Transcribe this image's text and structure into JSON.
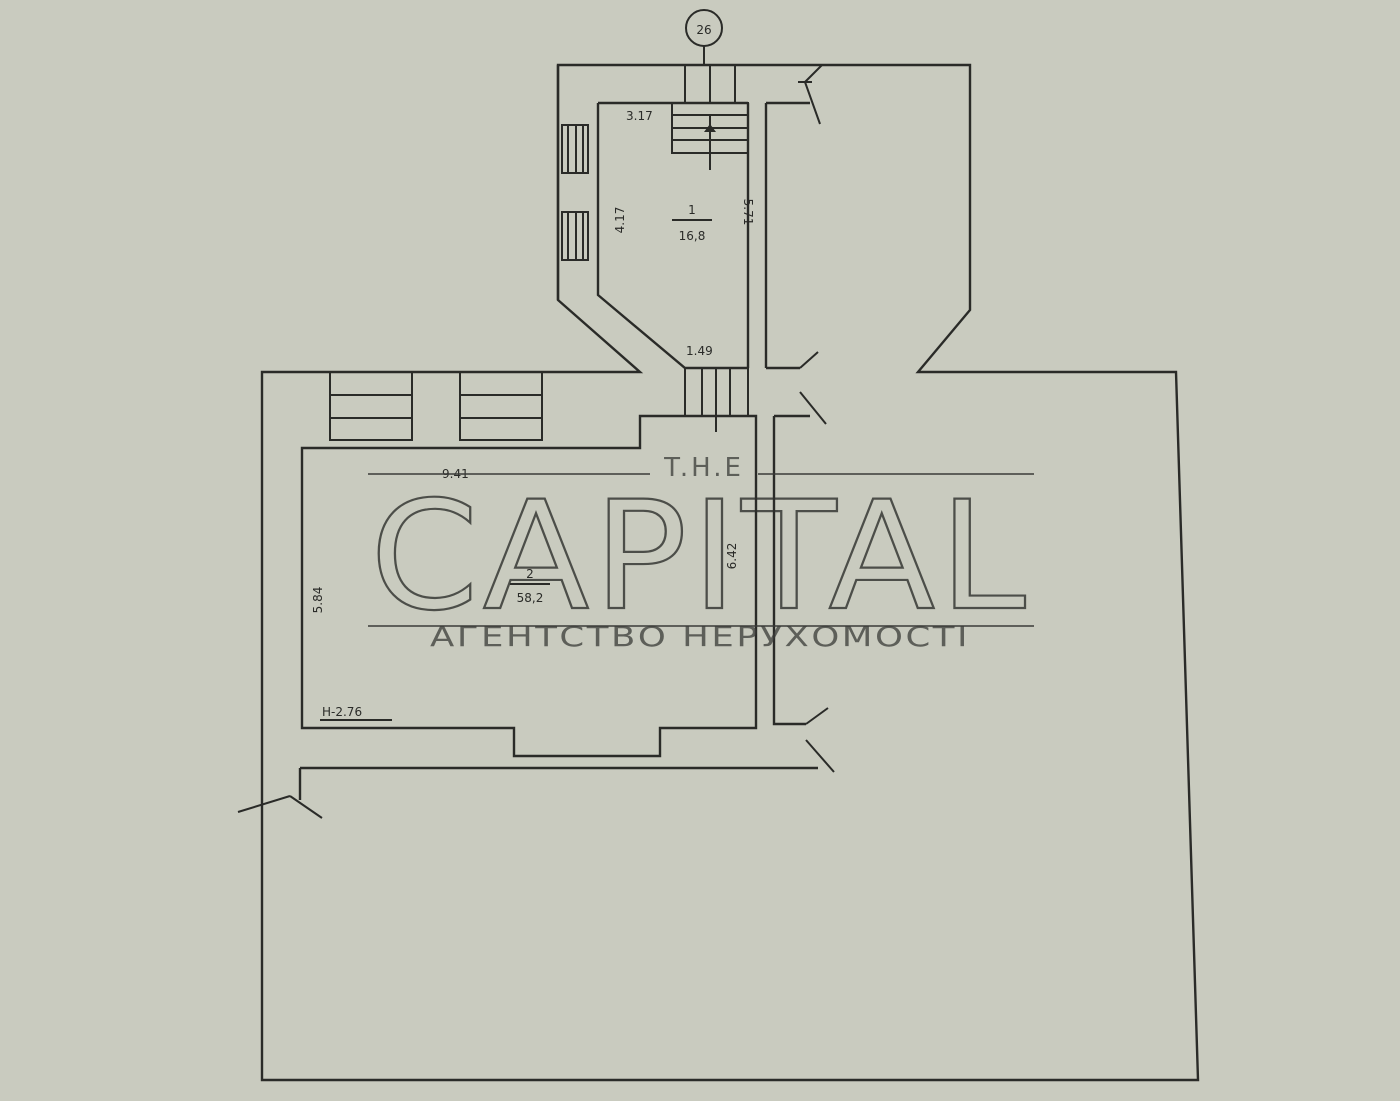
{
  "plan": {
    "building_number": "26",
    "height_label": "H-2.76",
    "rooms": [
      {
        "number": "1",
        "area": "16,8"
      },
      {
        "number": "2",
        "area": "58,2"
      }
    ],
    "dimensions": {
      "d317": "3.17",
      "d417": "4.17",
      "d571": "5.71",
      "d149": "1.49",
      "d941": "9.41",
      "d642": "6.42",
      "d584": "5.84"
    }
  },
  "watermark": {
    "prefix": "T.H.E",
    "brand": "CAPITAL",
    "tagline": "АГЕНТСТВО НЕРУХОМОСТІ"
  },
  "colors": {
    "paper": "#c9cbbf",
    "ink": "#2a2b28"
  }
}
